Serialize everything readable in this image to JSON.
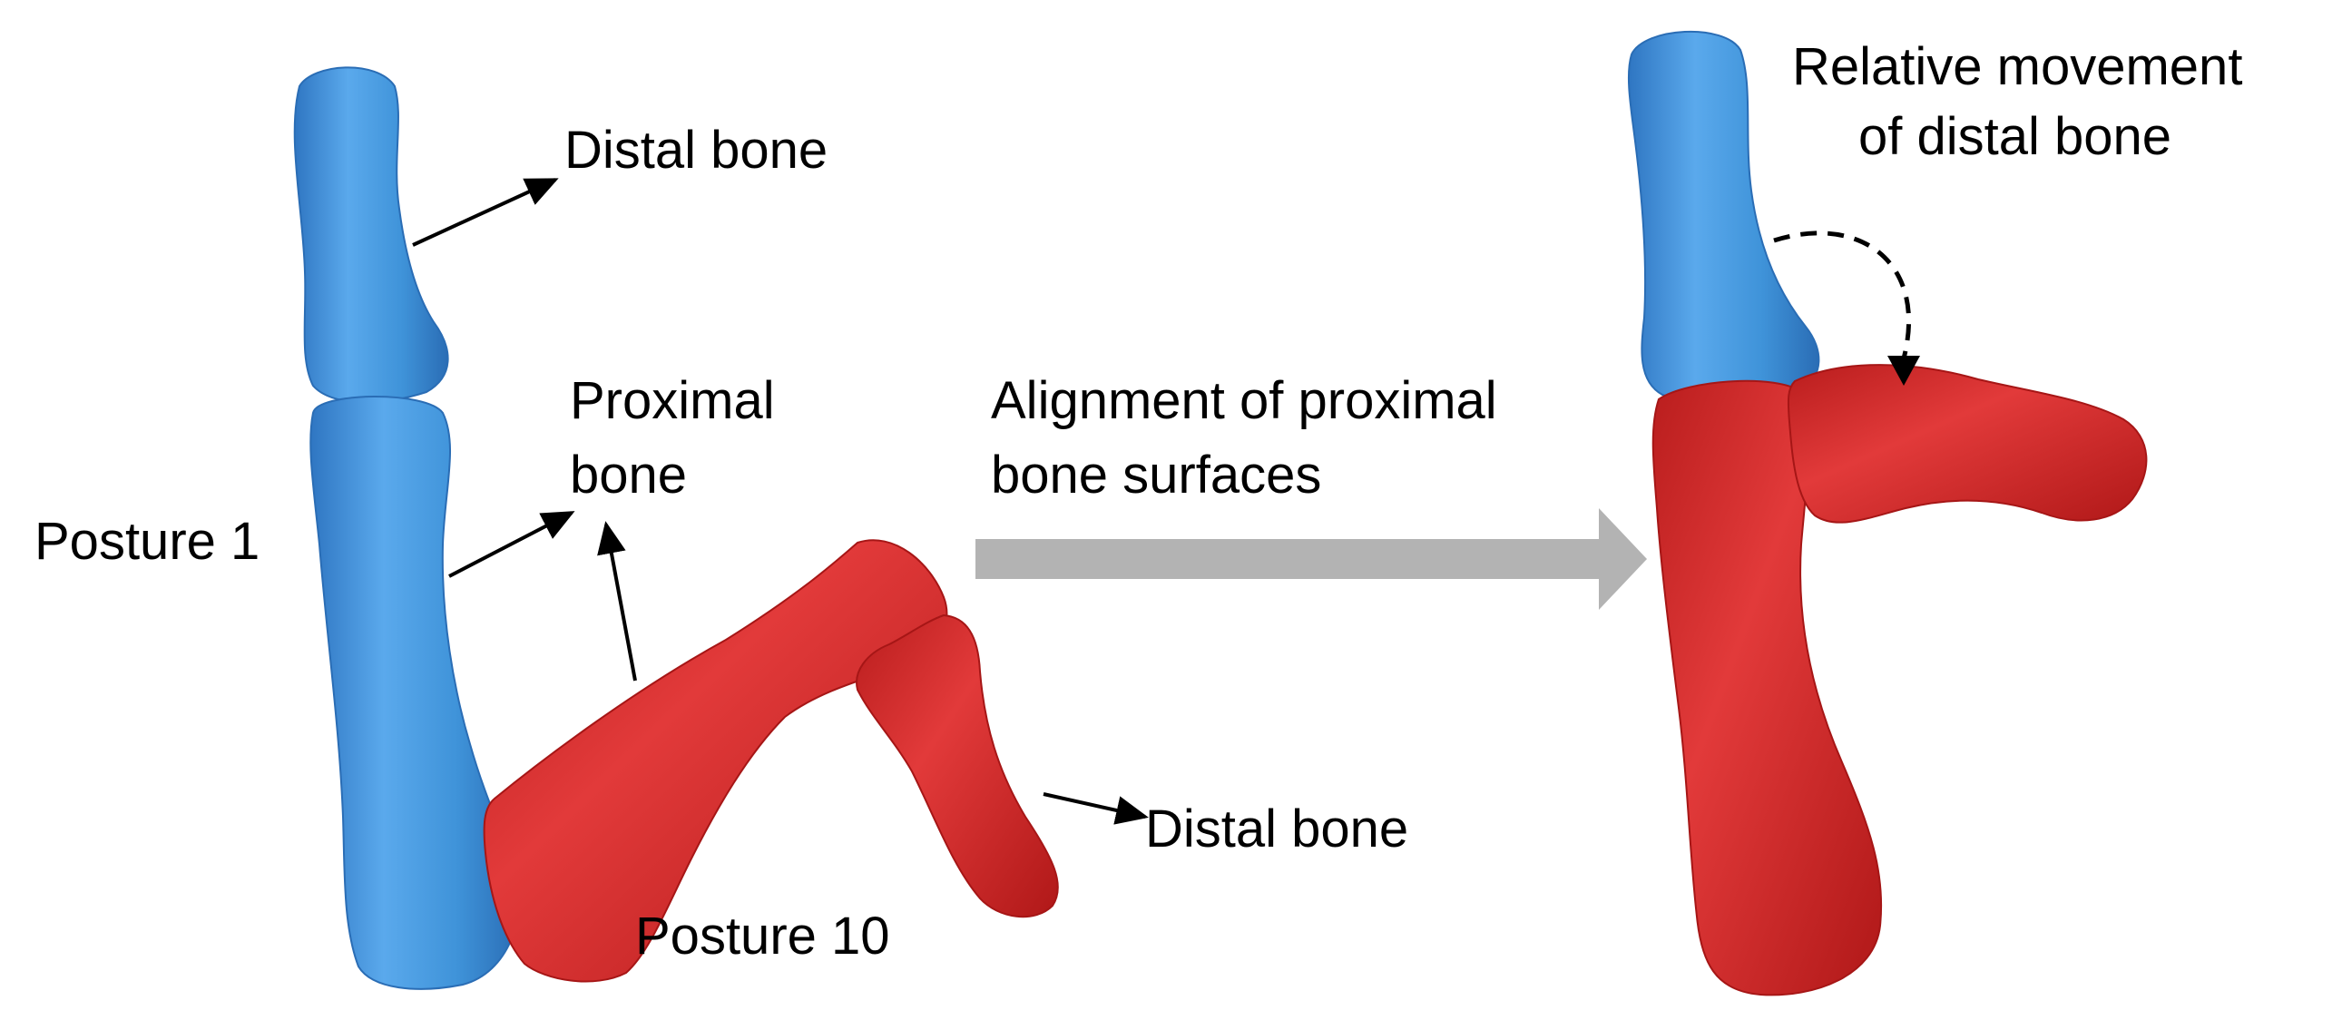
{
  "labels": {
    "distal_bone_top": "Distal bone",
    "proximal_bone_line1": "Proximal",
    "proximal_bone_line2": "bone",
    "posture_1": "Posture 1",
    "posture_10": "Posture 10",
    "distal_bone_bottom": "Distal bone",
    "alignment_line1": "Alignment of proximal",
    "alignment_line2": "bone surfaces",
    "relative_line1": "Relative movement",
    "relative_line2": "of distal bone"
  },
  "colors": {
    "posture_1_bone": "#3f93d9",
    "posture_10_bone": "#d92b2b",
    "process_arrow": "#b3b3b3",
    "annotation_arrow": "#000000"
  }
}
